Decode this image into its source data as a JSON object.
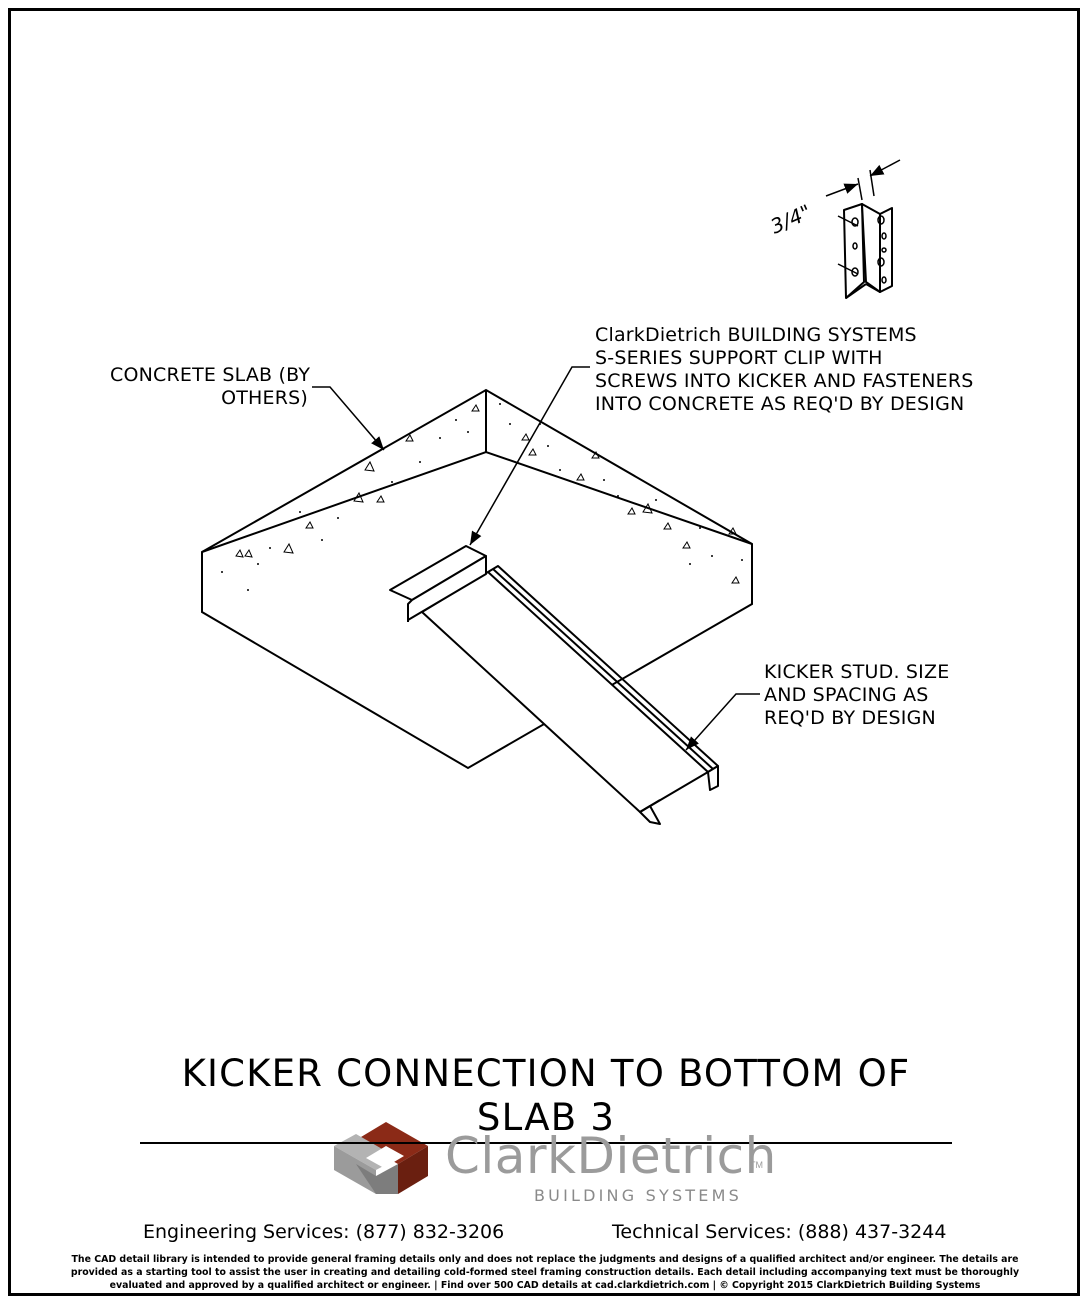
{
  "labels": {
    "dimension": "3/4\"",
    "clip_callout": [
      "ClarkDietrich BUILDING SYSTEMS",
      "S-SERIES SUPPORT CLIP WITH",
      "SCREWS INTO KICKER AND FASTENERS",
      "INTO CONCRETE AS REQ'D BY DESIGN"
    ],
    "slab_callout": [
      "CONCRETE SLAB (BY",
      "OTHERS)"
    ],
    "kicker_callout": [
      "KICKER STUD. SIZE",
      "AND SPACING AS",
      "REQ'D BY DESIGN"
    ]
  },
  "title": "KICKER CONNECTION TO BOTTOM OF SLAB 3",
  "brand": {
    "name": "ClarkDietrich",
    "trademark": "TM",
    "subtitle": "BUILDING SYSTEMS",
    "colors": {
      "red": "#8b2a17",
      "gray": "#9b9b9b",
      "dark_gray": "#6d6d6d"
    }
  },
  "services": {
    "engineering": "Engineering Services: (877) 832-3206",
    "technical": "Technical Services: (888) 437-3244"
  },
  "disclaimer": {
    "line1": "The CAD detail library is intended to provide general framing details only and does not replace the judgments and designs of a qualified architect and/or engineer. The details are",
    "line2": "provided as a starting tool to assist the user in creating and detailing cold-formed steel framing construction details. Each detail including accompanying text must be thoroughly",
    "line3": "evaluated and approved by a qualified architect or engineer.    |    Find over 500 CAD details at cad.clarkdietrich.com    |    © Copyright 2015 ClarkDietrich Building Systems"
  }
}
